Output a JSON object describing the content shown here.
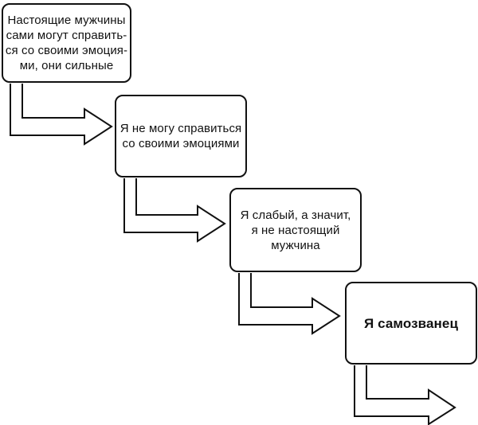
{
  "diagram": {
    "boxes": [
      {
        "text": "Настоящие мужчины\nсами могут справить-\nся со своими эмоция-\nми, они сильные"
      },
      {
        "text": "Я не могу справиться\nсо своими эмоциями"
      },
      {
        "text": "Я слабый, а значит,\nя не настоящий\nмужчина"
      },
      {
        "text": "Я самозванец"
      }
    ],
    "colors": {
      "stroke": "#111111",
      "fill": "#ffffff"
    }
  }
}
